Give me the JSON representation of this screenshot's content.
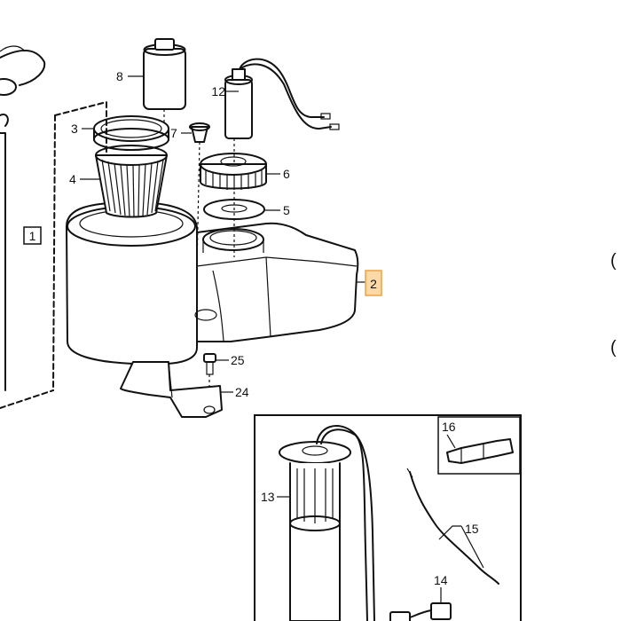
{
  "callouts": {
    "c1": "1",
    "c2": "2",
    "c3": "3",
    "c4": "4",
    "c5": "5",
    "c6": "6",
    "c7": "7",
    "c8": "8",
    "c12": "12",
    "c13": "13",
    "c14": "14",
    "c15": "15",
    "c16": "16",
    "c24": "24",
    "c25": "25"
  },
  "highlight": {
    "callout": "2",
    "color": "#fdd9a8",
    "border": "#f0a040"
  },
  "margin_marks": [
    "(",
    "("
  ]
}
